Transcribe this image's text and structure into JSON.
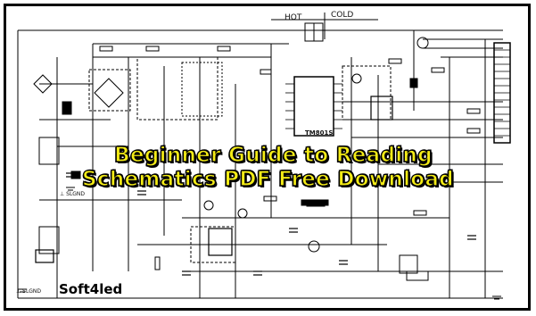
{
  "headline": {
    "line1": "Beginner Guide to Reading",
    "line2": "Schematics PDF Free Download"
  },
  "watermark": "Soft4led",
  "schematic": {
    "label_hot": "HOT",
    "label_cold": "COLD",
    "ic_label": "TM801S",
    "ground_label_1": "⊥ SLGND",
    "ground_label_2": "⊥ SLGND"
  },
  "colors": {
    "headline_fill": "#f4ec16",
    "headline_outline": "#000000",
    "line_art": "#000000",
    "background": "#ffffff"
  }
}
